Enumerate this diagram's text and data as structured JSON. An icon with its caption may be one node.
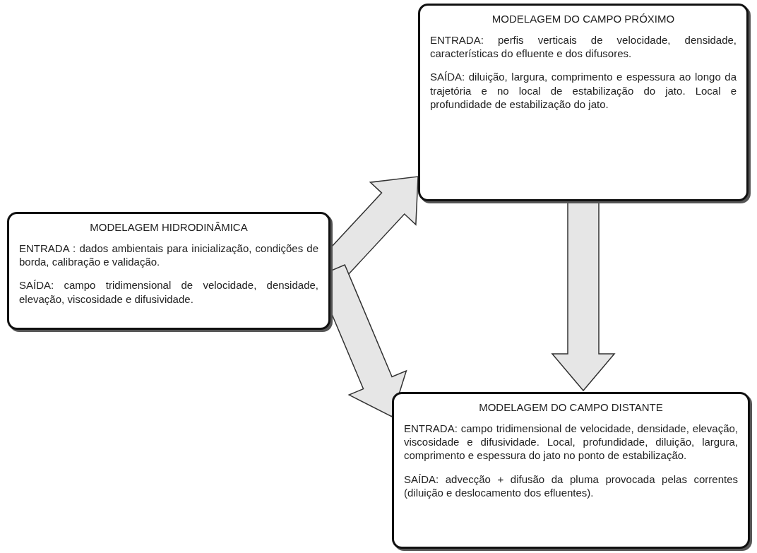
{
  "diagram": {
    "nodes": [
      {
        "text": [
          "MODELAGEM HIDRODINÂMICA",
          "ENTRADA : dados ambientais para inicialização, condições de borda, calibração e validação.",
          "SAÍDA: campo tridimensional de velocidade, densidade, elevação, viscosidade e difusividade."
        ]
      },
      {
        "text": [
          "MODELAGEM DO CAMPO PRÓXIMO",
          "ENTRADA: perfis verticais de velocidade, densidade, características do efluente e dos difusores.",
          "SAÍDA: diluição, largura, comprimento e espessura ao longo da trajetória e no local de estabilização do jato. Local e profundidade de estabilização do jato."
        ]
      },
      {
        "text": [
          "MODELAGEM DO CAMPO DISTANTE",
          "ENTRADA: campo tridimensional de velocidade, densidade, elevação, viscosidade e difusividade. Local, profundidade, diluição, largura, comprimento e espessura do jato no ponto de estabilização.",
          "SAÍDA: advecção + difusão da pluma provocada pelas correntes (diluição e deslocamento dos efluentes)."
        ]
      }
    ],
    "edges": [
      {
        "from": 0,
        "to": 1,
        "arrow": "to"
      },
      {
        "from": 0,
        "to": 2,
        "arrow": "to"
      },
      {
        "from": 1,
        "to": 2,
        "arrow": "to"
      }
    ]
  }
}
